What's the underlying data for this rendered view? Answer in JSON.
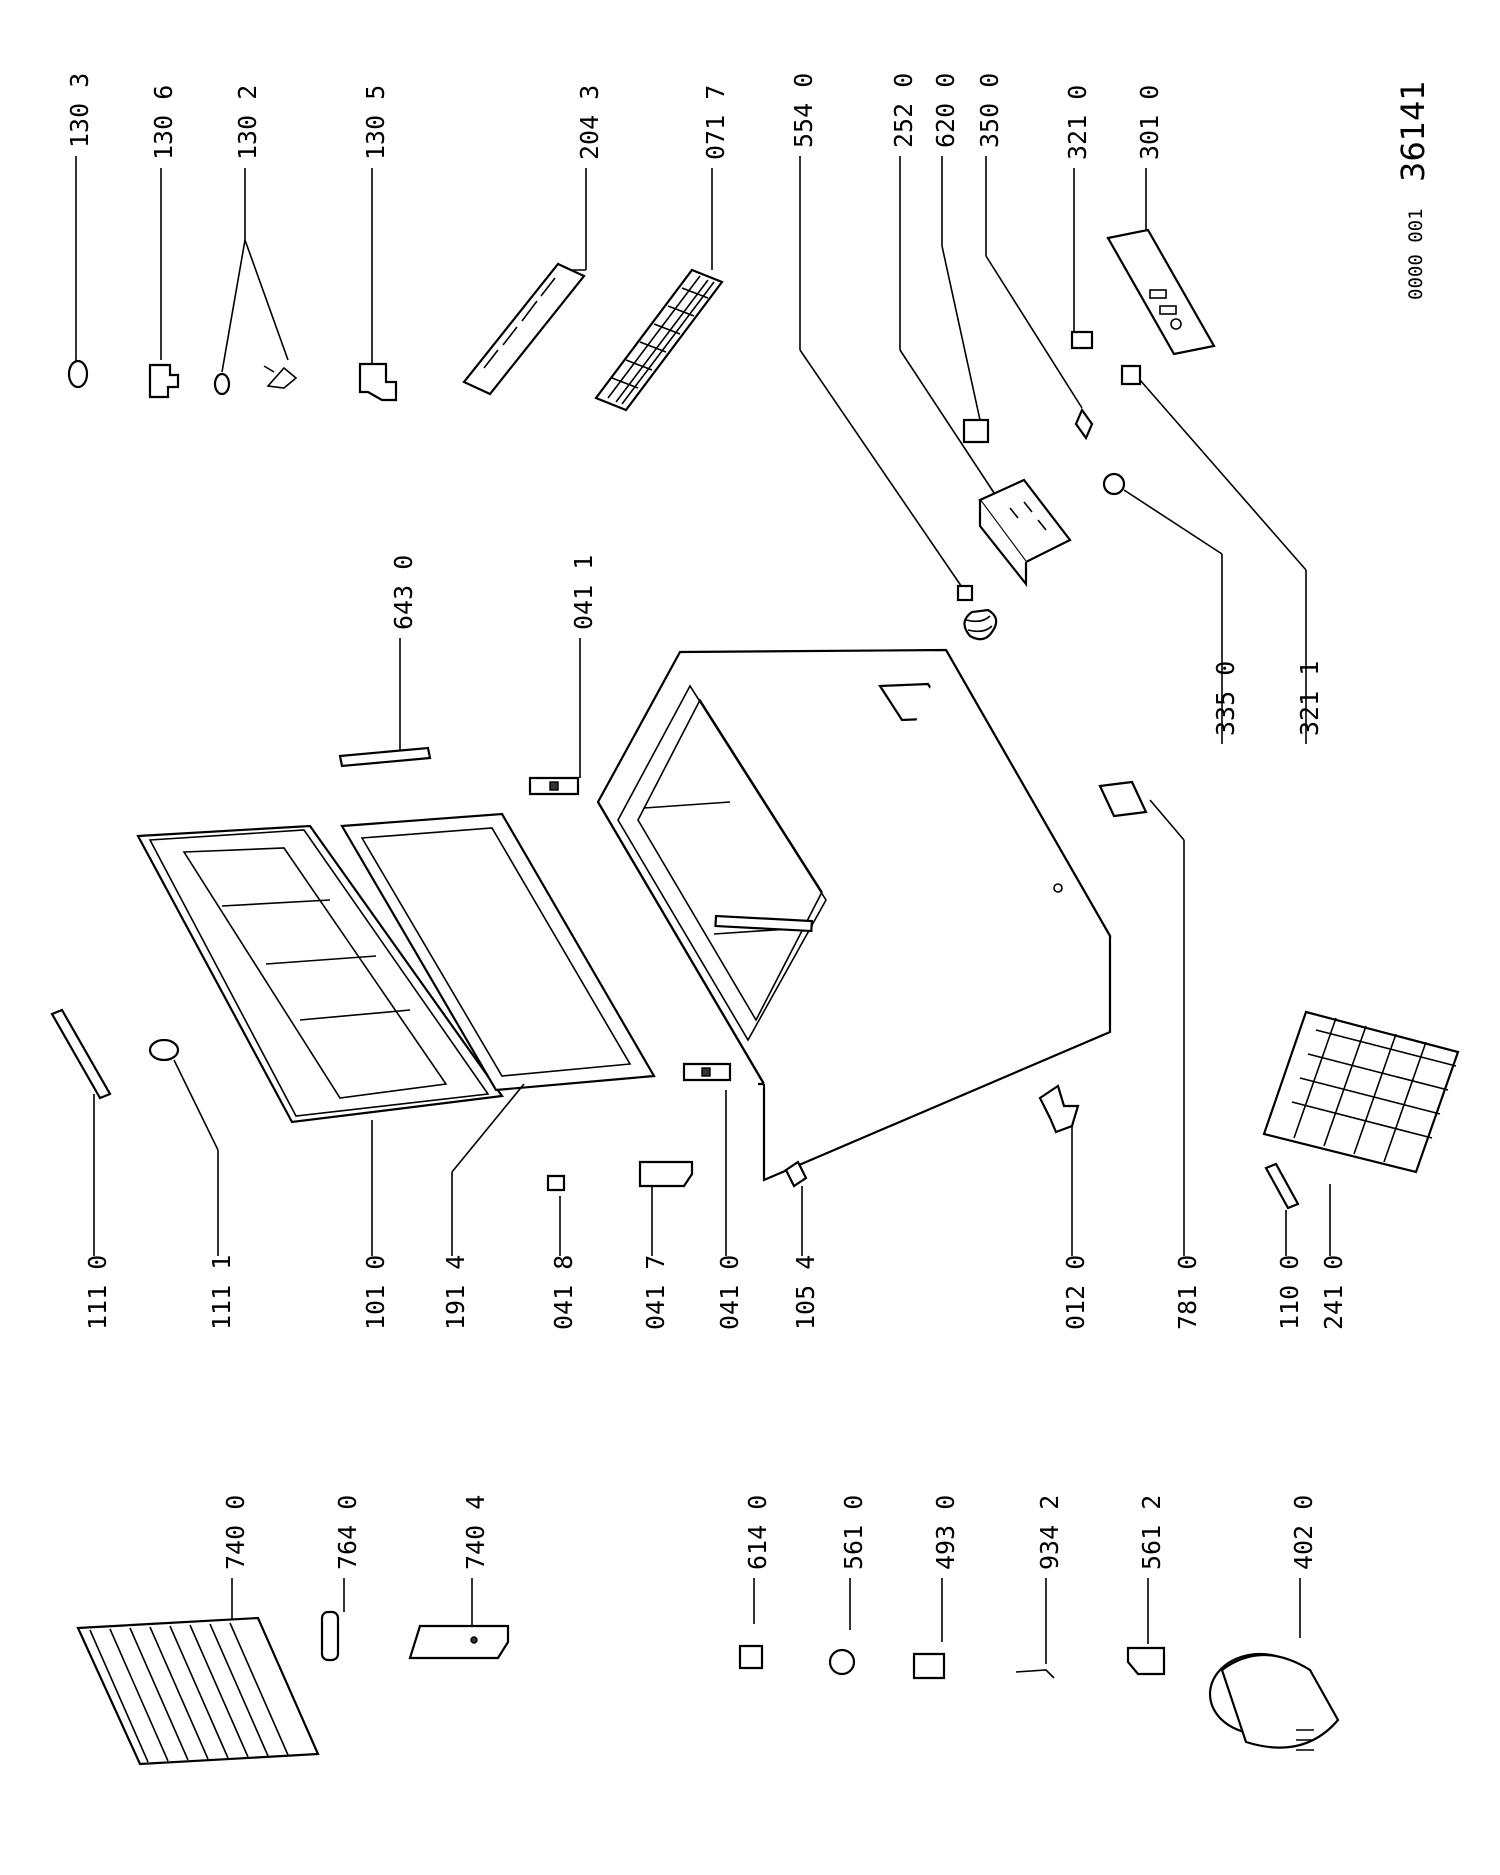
{
  "diagram": {
    "document_code": "0000 001",
    "document_number": "36141",
    "part_numbers": {
      "p1303": "130 3",
      "p1306": "130 6",
      "p1302": "130 2",
      "p1305": "130 5",
      "p2043": "204 3",
      "p0717": "071 7",
      "p5540": "554 0",
      "p2520": "252 0",
      "p6200": "620 0",
      "p3500": "350 0",
      "p3210": "321 0",
      "p3010": "301 0",
      "p6430": "643 0",
      "p0411": "041 1",
      "p3350": "335 0",
      "p3211": "321 1",
      "p1110": "111 0",
      "p1111": "111 1",
      "p1010": "101 0",
      "p1914": "191 4",
      "p0418": "041 8",
      "p0417": "041 7",
      "p0410": "041 0",
      "p1054": "105 4",
      "p0120": "012 0",
      "p7810": "781 0",
      "p1100": "110 0",
      "p2410": "241 0",
      "p7400": "740 0",
      "p7640": "764 0",
      "p7404": "740 4",
      "p6140": "614 0",
      "p5610": "561 0",
      "p4930": "493 0",
      "p9342": "934 2",
      "p5612": "561 2",
      "p4020": "402 0"
    }
  }
}
